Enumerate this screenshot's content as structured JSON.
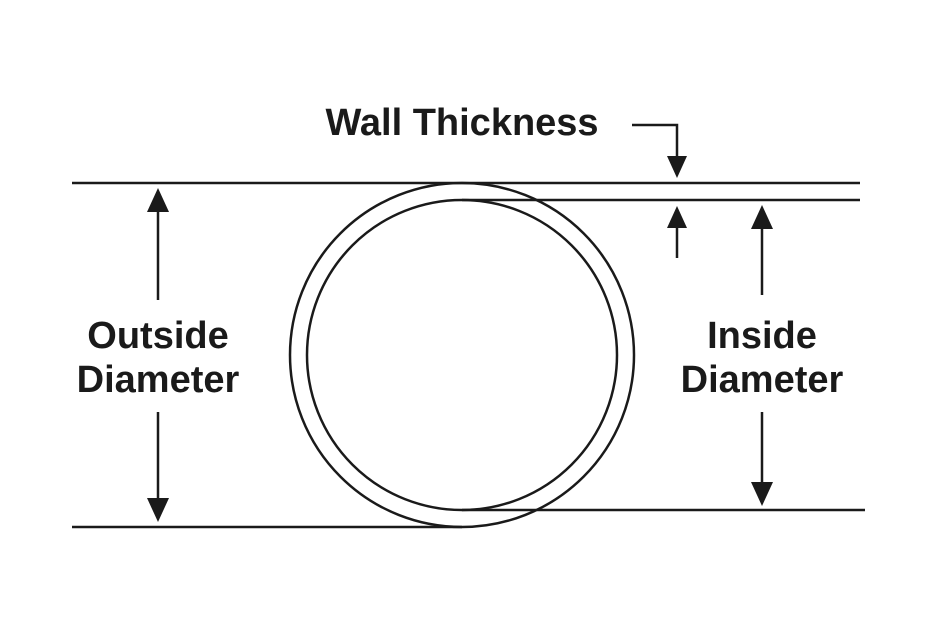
{
  "labels": {
    "wall_thickness": "Wall Thickness",
    "outside_diameter_line1": "Outside",
    "outside_diameter_line2": "Diameter",
    "inside_diameter_line1": "Inside",
    "inside_diameter_line2": "Diameter"
  },
  "colors": {
    "ink": "#1a1a1a",
    "background": "#ffffff"
  }
}
